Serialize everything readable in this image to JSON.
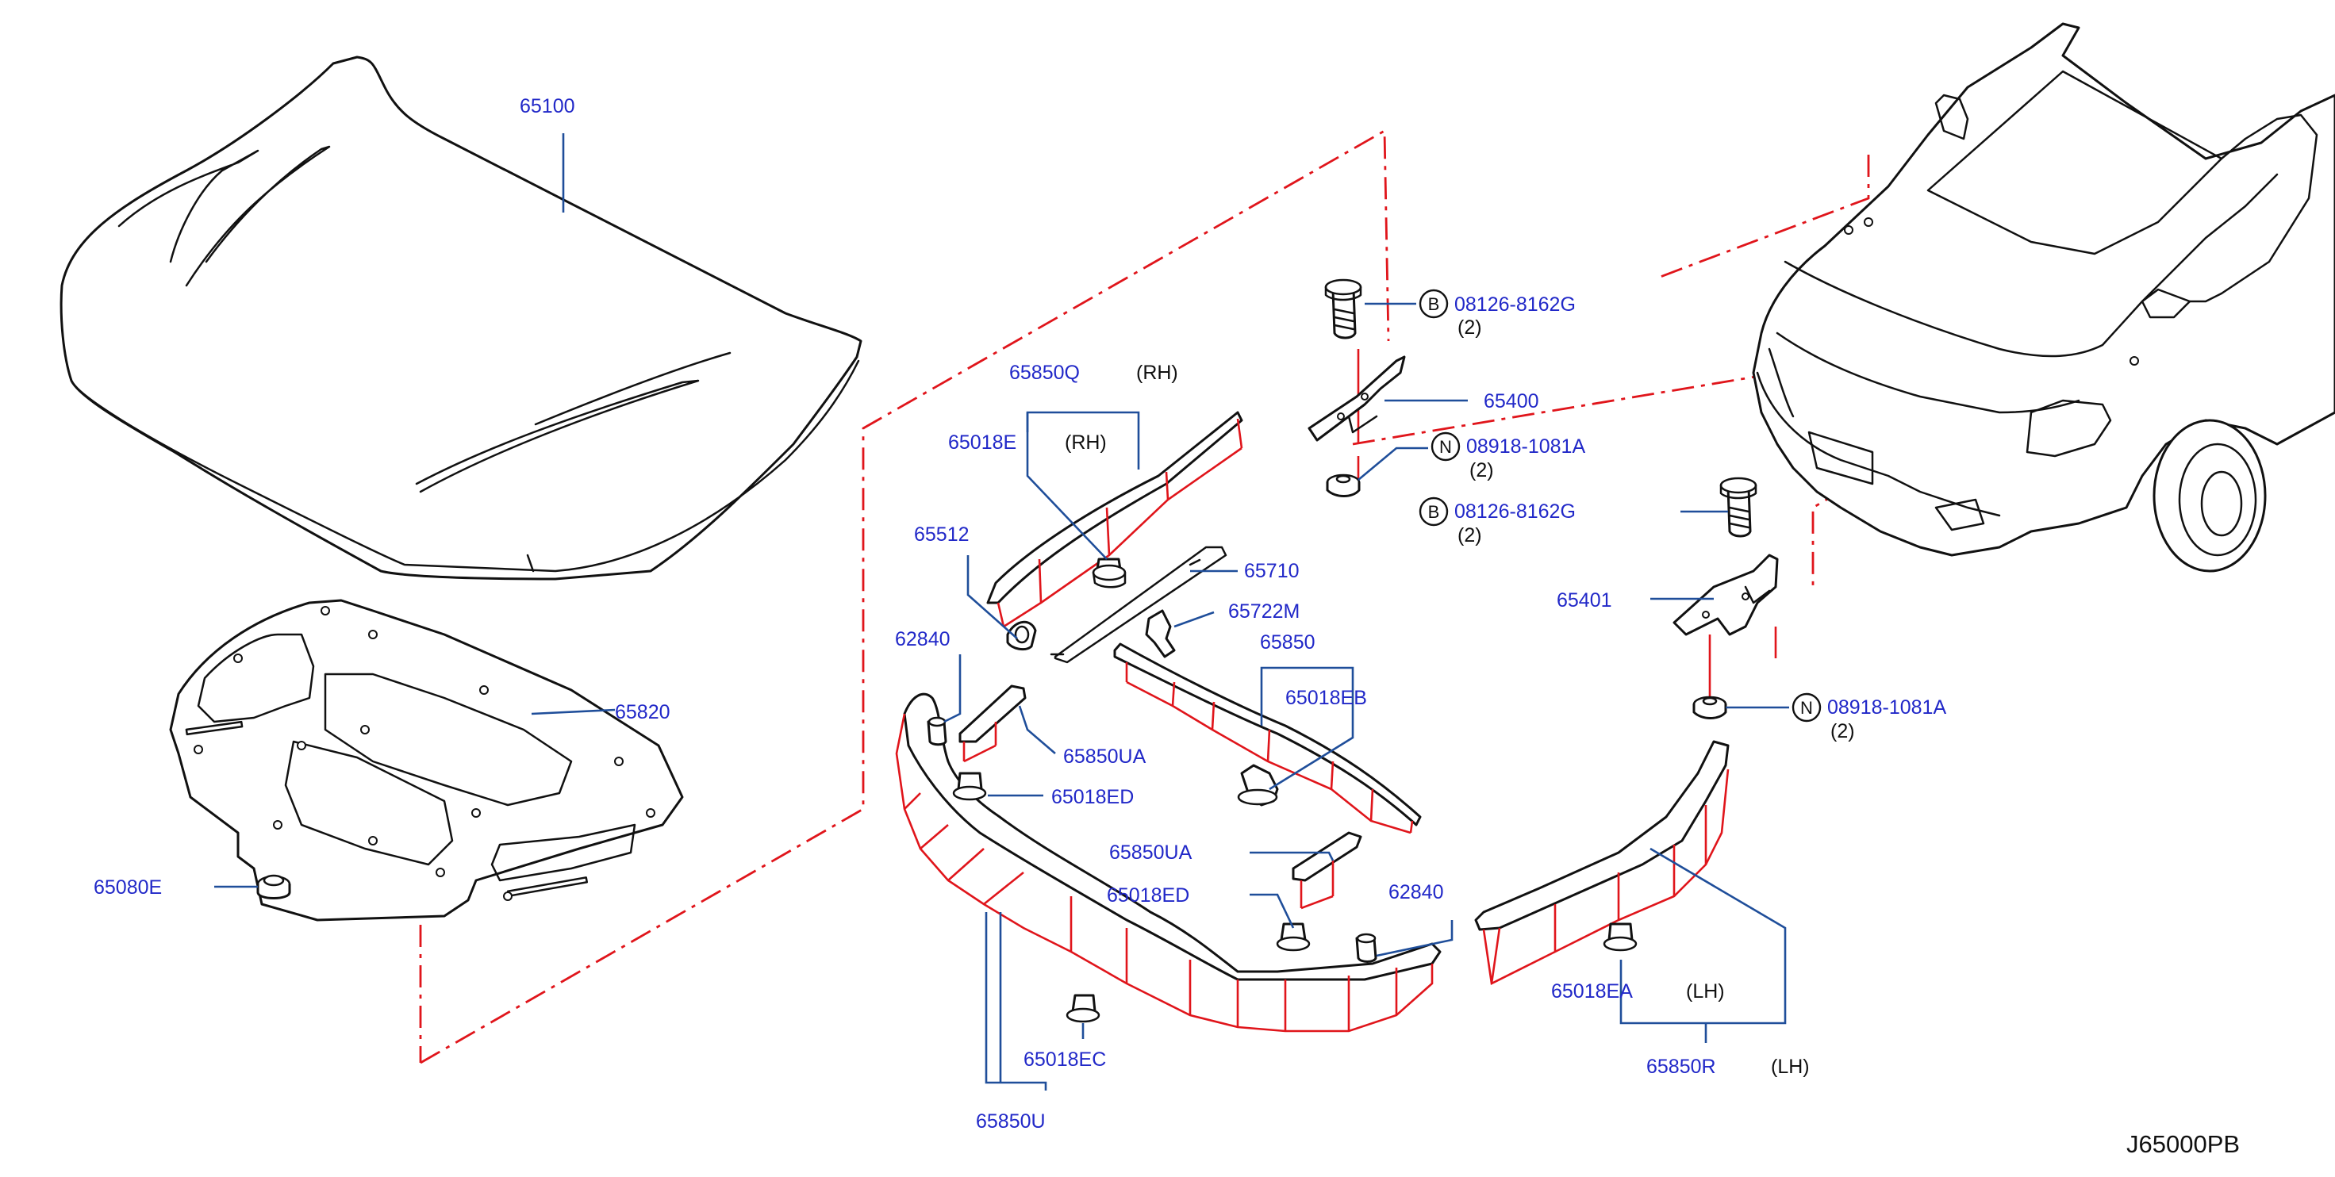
{
  "diagram_id": "J65000PB",
  "colors": {
    "label": "#2128c8",
    "leader": "#1f4e9a",
    "chain": "#e0151b",
    "line": "#111111"
  },
  "parts": {
    "hood": {
      "number": "65100"
    },
    "hood_insulator": {
      "number": "65820"
    },
    "insulator_clip": {
      "number": "65080E"
    },
    "hood_seal_rh": {
      "number": "65850Q",
      "side": "(RH)"
    },
    "clip_65018e": {
      "number": "65018E",
      "side": "(RH)"
    },
    "bumper_65512": {
      "number": "65512"
    },
    "hood_rod": {
      "number": "65710"
    },
    "rod_holder": {
      "number": "65722M"
    },
    "seal_65850": {
      "number": "65850"
    },
    "clip_65018eb": {
      "number": "65018EB"
    },
    "stopper_62840_left": {
      "number": "62840"
    },
    "seal_65850ua_left": {
      "number": "65850UA"
    },
    "clip_65018ed_left": {
      "number": "65018ED"
    },
    "seal_65850ua_right": {
      "number": "65850UA"
    },
    "clip_65018ed_right": {
      "number": "65018ED"
    },
    "stopper_62840_right": {
      "number": "62840"
    },
    "clip_65018ec": {
      "number": "65018EC"
    },
    "seal_65850u": {
      "number": "65850U"
    },
    "hinge_rh": {
      "number": "65400"
    },
    "hinge_lh": {
      "number": "65401"
    },
    "bolt_upper": {
      "symbol": "B",
      "number": "08126-8162G",
      "qty": "(2)"
    },
    "nut_upper": {
      "symbol": "N",
      "number": "08918-1081A",
      "qty": "(2)"
    },
    "bolt_lower": {
      "symbol": "B",
      "number": "08126-8162G",
      "qty": "(2)"
    },
    "nut_lower": {
      "symbol": "N",
      "number": "08918-1081A",
      "qty": "(2)"
    },
    "clip_65018ea": {
      "number": "65018EA",
      "side": "(LH)"
    },
    "hood_seal_lh": {
      "number": "65850R",
      "side": "(LH)"
    }
  }
}
